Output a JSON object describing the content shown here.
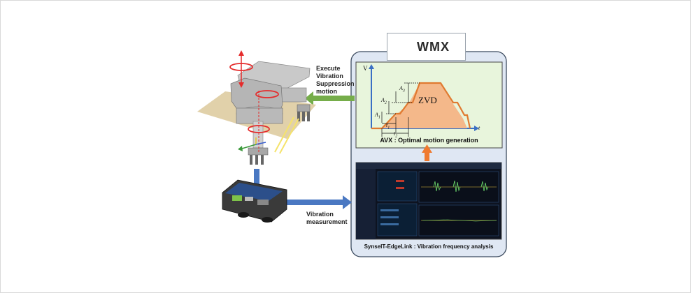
{
  "labels": {
    "execute": [
      "Execute",
      "Vibration",
      "Suppression",
      "motion"
    ],
    "measure": [
      "Vibration",
      "measurement"
    ]
  },
  "logo": {
    "text": "WMX"
  },
  "graph": {
    "v_axis": "V",
    "t_axis": "t",
    "inner_label": "ZVD",
    "a1": "A",
    "a1_sub": "1",
    "a2": "A",
    "a2_sub": "2",
    "a3": "A",
    "a3_sub": "3",
    "t1": "t",
    "t1_sub": "1",
    "t2": "t",
    "t2_sub": "2",
    "caption": "AVX : Optimal  motion  generation"
  },
  "software": {
    "caption": "SynseIT-EdgeLink : Vibration frequency analysis"
  },
  "colors": {
    "panel_bg": "#dfe7f3",
    "panel_border": "#3b4a5e",
    "graph_bg": "#e8f5dc",
    "blue_arrow": "#4a78c2",
    "green_arrow": "#76ad4a",
    "orange_arrow": "#ef7a2f",
    "trapezoid": "#f4b88a"
  }
}
